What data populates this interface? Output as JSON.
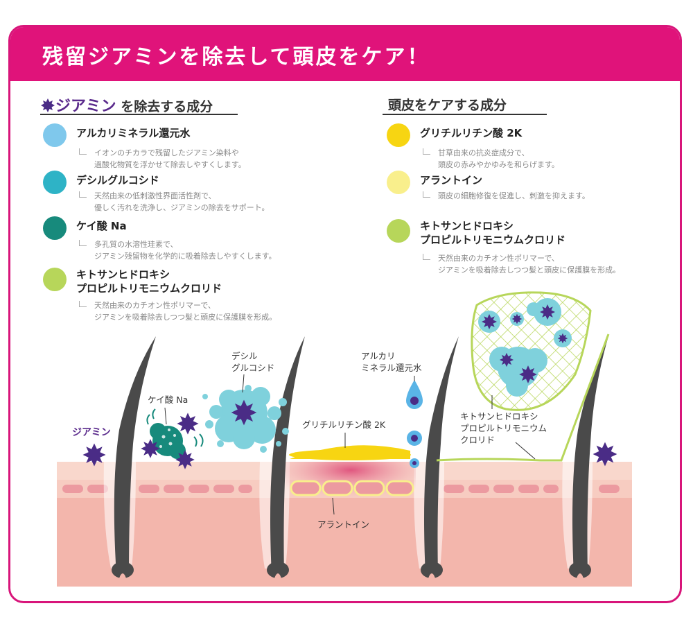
{
  "header": {
    "title": "残留ジアミンを除去して頭皮をケア！"
  },
  "left_section": {
    "title_highlight": "ジアミン",
    "title_rest": "を除去する成分",
    "items": [
      {
        "name": "アルカリミネラル還元水",
        "desc1": "イオンのチカラで残留したジアミン染料や",
        "desc2": "過酸化物質を浮かせて除去しやすくします。",
        "color": "#7fc8ec"
      },
      {
        "name": "デシルグルコシド",
        "desc1": "天然由来の低刺激性界面活性剤で、",
        "desc2": "優しく汚れを洗浄し、ジアミンの除去をサポート。",
        "color": "#2eb3c6"
      },
      {
        "name": "ケイ酸 Na",
        "desc1": "多孔質の水溶性珪素で、",
        "desc2": "ジアミン残留物を化学的に吸着除去しやすくします。",
        "color": "#178a7c"
      },
      {
        "name1": "キトサンヒドロキシ",
        "name2": "プロピルトリモニウムクロリド",
        "desc1": "天然由来のカチオン性ポリマーで、",
        "desc2": "ジアミンを吸着除去しつつ髪と頭皮に保護膜を形成。",
        "color": "#b7d65a"
      }
    ]
  },
  "right_section": {
    "title": "頭皮をケアする成分",
    "items": [
      {
        "name": "グリチルリチン酸 2K",
        "desc1": "甘草由来の抗炎症成分で、",
        "desc2": "頭皮の赤みやかゆみを和らげます。",
        "color": "#f7d512"
      },
      {
        "name": "アラントイン",
        "desc1": "頭皮の細胞修復を促進し、刺激を抑えます。",
        "color": "#f9ef8c"
      },
      {
        "name1": "キトサンヒドロキシ",
        "name2": "プロピルトリモニウムクロリド",
        "desc1": "天然由来のカチオン性ポリマーで、",
        "desc2": "ジアミンを吸着除去しつつ髪と頭皮に保護膜を形成。",
        "color": "#b7d65a"
      }
    ]
  },
  "diagram": {
    "label_diamine": "ジアミン",
    "label_keisan": "ケイ酸 Na",
    "label_decyl1": "デシル",
    "label_decyl2": "グルコシド",
    "label_alkali1": "アルカリ",
    "label_alkali2": "ミネラル還元水",
    "label_glycyr": "グリチルリチン酸 2K",
    "label_allantoin": "アラントイン",
    "label_chitosan1": "キトサンヒドロキシ",
    "label_chitosan2": "プロピルトリモニウム",
    "label_chitosan3": "クロリド",
    "colors": {
      "skin_top": "#f9d7cc",
      "skin_mid": "#f5c2b8",
      "skin_deep": "#efa9a1",
      "hair": "#4a4a4a",
      "diamine": "#4a2c86"
    }
  }
}
